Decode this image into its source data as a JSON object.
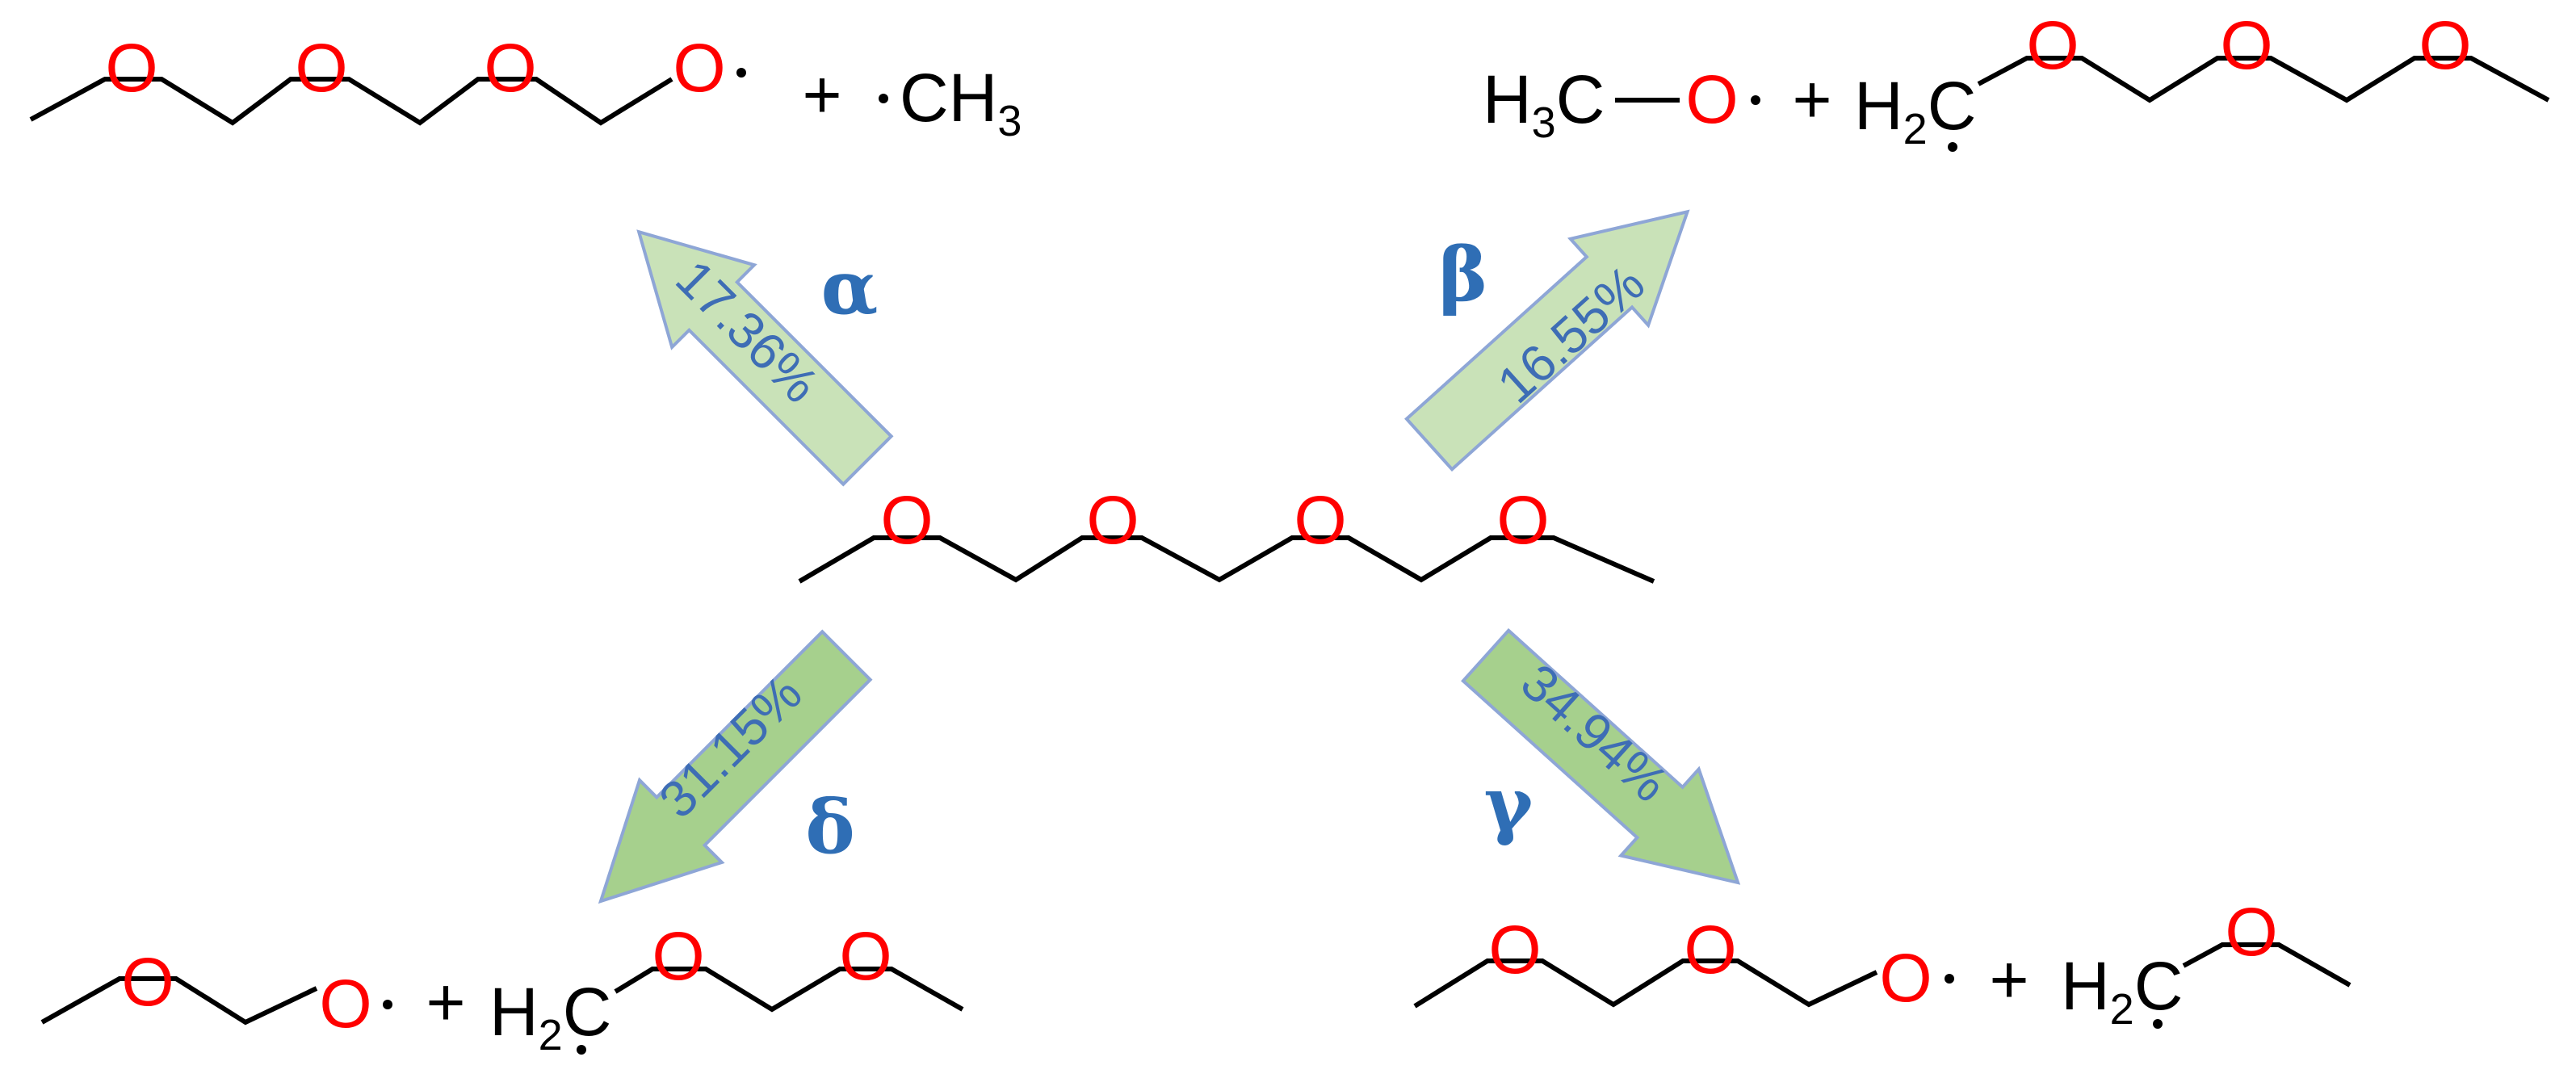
{
  "atom_label": "O",
  "center_molecule": {
    "atoms": [
      "O",
      "O",
      "O",
      "O"
    ]
  },
  "colors": {
    "oxygen": "#ff0000",
    "bond": "#000000",
    "arrow_light_fill": "#c9e2b8",
    "arrow_dark_fill": "#a6d08d",
    "arrow_stroke": "#8ea6d6",
    "label": "#2f6eb5"
  },
  "pathways": {
    "alpha": {
      "greek": "α",
      "percent": "17.36%",
      "products": {
        "fragment2": "CH",
        "fragment2_sub": "3",
        "plus": "+"
      }
    },
    "beta": {
      "greek": "β",
      "percent": "16.55%",
      "products": {
        "fragment1": "H",
        "fragment1_sub": "3",
        "fragment1_tail": "C",
        "fragment2": "H",
        "fragment2_sub": "2",
        "fragment2_tail": "C",
        "plus": "+"
      }
    },
    "delta": {
      "greek": "δ",
      "percent": "31.15%",
      "products": {
        "fragment2": "H",
        "fragment2_sub": "2",
        "fragment2_tail": "C",
        "plus": "+"
      }
    },
    "gamma": {
      "greek": "γ",
      "percent": "34.94%",
      "products": {
        "fragment2": "H",
        "fragment2_sub": "2",
        "fragment2_tail": "C",
        "plus": "+"
      }
    }
  }
}
